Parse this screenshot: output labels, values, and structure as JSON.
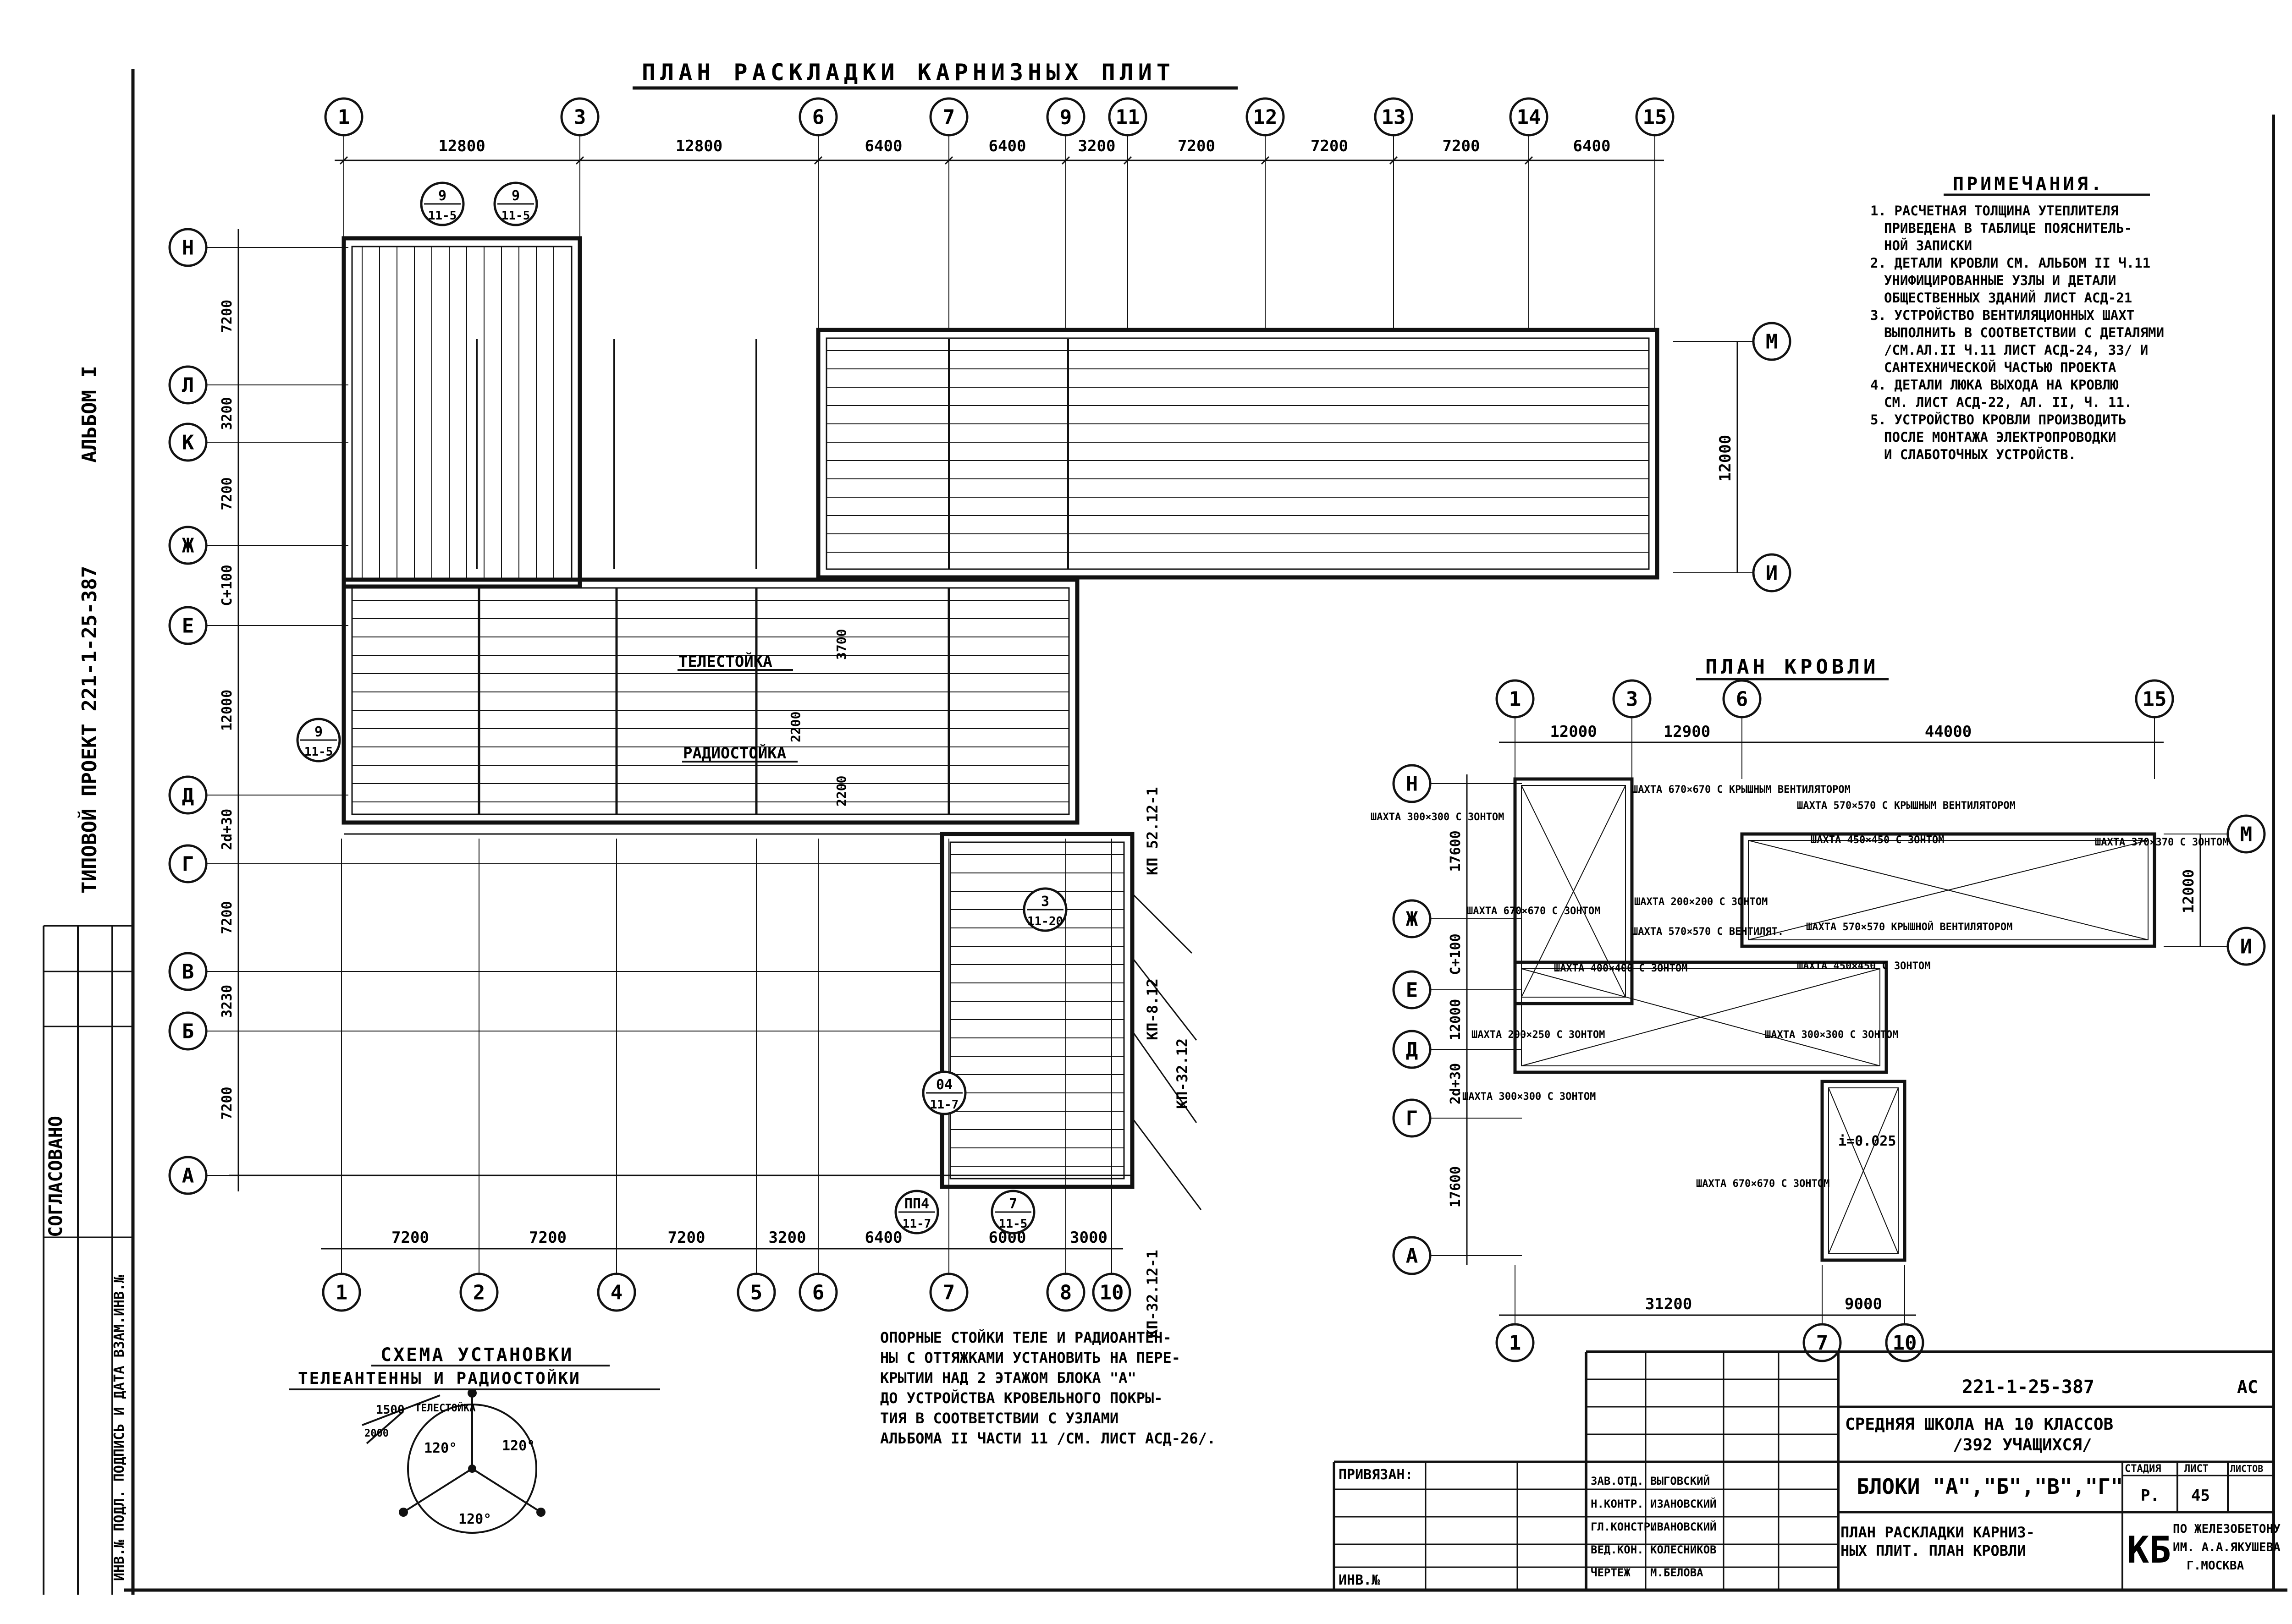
{
  "sheet": {
    "main_title": "ПЛАН РАСКЛАДКИ КАРНИЗНЫХ ПЛИТ",
    "roof_title": "ПЛАН КРОВЛИ",
    "schema_title_1": "СХЕМА УСТАНОВКИ",
    "schema_title_2": "ТЕЛЕАНТЕННЫ И РАДИОСТОЙКИ",
    "album": "АЛЬБОМ I",
    "project_vertical": "ТИПОВОЙ ПРОЕКТ 221-1-25-387",
    "approved_vertical": "СОГЛАСОВАНО",
    "inv_vertical": "ИНВ.№ ПОДЛ. ПОДПИСЬ И ДАТА ВЗАМ.ИНВ.№"
  },
  "notes": {
    "title": "ПРИМЕЧАНИЯ.",
    "lines": [
      "1. РАСЧЕТНАЯ ТОЛЩИНА УТЕПЛИТЕЛЯ",
      "ПРИВЕДЕНА В ТАБЛИЦЕ ПОЯСНИТЕЛЬ-",
      "НОЙ ЗАПИСКИ",
      "2. ДЕТАЛИ КРОВЛИ СМ. АЛЬБОМ II Ч.11",
      "УНИФИЦИРОВАННЫЕ УЗЛЫ И ДЕТАЛИ",
      "ОБЩЕСТВЕННЫХ ЗДАНИЙ ЛИСТ АСД-21",
      "3. УСТРОЙСТВО ВЕНТИЛЯЦИОННЫХ ШАХТ",
      "ВЫПОЛНИТЬ В СООТВЕТСТВИИ С ДЕТАЛЯМИ",
      "/СМ.АЛ.II Ч.11 ЛИСТ АСД-24, 33/ И",
      "САНТЕХНИЧЕСКОЙ ЧАСТЬЮ ПРОЕКТА",
      "4. ДЕТАЛИ ЛЮКА ВЫХОДА НА КРОВЛЮ",
      "СМ. ЛИСТ АСД-22, АЛ. II, Ч. 11.",
      "5. УСТРОЙСТВО КРОВЛИ ПРОИЗВОДИТЬ",
      "ПОСЛЕ МОНТАЖА ЭЛЕКТРОПРОВОДКИ",
      "И СЛАБОТОЧНЫХ УСТРОЙСТВ."
    ]
  },
  "plan": {
    "top_axes": [
      "1",
      "3",
      "6",
      "7",
      "9",
      "11",
      "12",
      "13",
      "14",
      "15"
    ],
    "top_dims": [
      "12800",
      "12800",
      "6400",
      "6400",
      "3200",
      "7200",
      "7200",
      "7200",
      "6400"
    ],
    "bottom_axes": [
      "1",
      "2",
      "4",
      "5",
      "6",
      "7",
      "8",
      "10"
    ],
    "bottom_dims": [
      "7200",
      "7200",
      "7200",
      "3200",
      "6400",
      "6000",
      "3000"
    ],
    "left_axes": [
      "Н",
      "Л",
      "К",
      "Ж",
      "Е",
      "Д",
      "Г",
      "В",
      "Б",
      "А"
    ],
    "left_dims": [
      "7200",
      "3200",
      "7200",
      "С+100",
      "12000",
      "2d+30",
      "7200",
      "3230",
      "7200"
    ],
    "right_axes": [
      "М",
      "И"
    ],
    "right_dim": "12000",
    "callouts": [
      {
        "t": "9",
        "b": "11-5"
      },
      {
        "t": "9",
        "b": "11-5"
      },
      {
        "t": "9",
        "b": "11-5"
      },
      {
        "t": "3",
        "b": "11-20"
      },
      {
        "t": "04",
        "b": "11-7"
      },
      {
        "t": "ПП4",
        "b": "11-7"
      },
      {
        "t": "7",
        "b": "11-5"
      }
    ],
    "tv_label": "ТЕЛЕСТОЙКА",
    "radio_label": "РАДИОСТОЙКА",
    "panel_marks": [
      "КП 52.12-1",
      "КП-8.12",
      "КП-32.12",
      "КП-32.12-1"
    ],
    "small_dims": [
      "3700",
      "2200",
      "2200"
    ]
  },
  "installation_note": [
    "ОПОРНЫЕ СТОЙКИ ТЕЛЕ И РАДИОАНТЕН-",
    "НЫ С ОТТЯЖКАМИ УСТАНОВИТЬ НА ПЕРЕ-",
    "КРЫТИИ НАД 2 ЭТАЖОМ БЛОКА \"А\"",
    "ДО УСТРОЙСТВА КРОВЕЛЬНОГО ПОКРЫ-",
    "ТИЯ В СООТВЕТСТВИИ С УЗЛАМИ",
    "АЛЬБОМА II ЧАСТИ 11 /СМ. ЛИСТ АСД-26/."
  ],
  "schema": {
    "angle1": "120°",
    "angle2": "120°",
    "angle3": "120°",
    "dim1": "1500",
    "dim2": "2000",
    "label": "ТЕЛЕСТОЙКА"
  },
  "roof": {
    "top_axes": [
      "1",
      "3",
      "6",
      "15"
    ],
    "top_dims": [
      "12000",
      "12900",
      "44000"
    ],
    "bottom_axes": [
      "1",
      "7",
      "10"
    ],
    "bottom_dims": [
      "31200",
      "9000"
    ],
    "left_axes": [
      "Н",
      "Ж",
      "Е",
      "Д",
      "Г",
      "А"
    ],
    "left_dims": [
      "17600",
      "С+100",
      "12000",
      "2d+30",
      "17600"
    ],
    "right_axes": [
      "М",
      "И"
    ],
    "right_dim": "12000",
    "labels": [
      "ШАХТА 300×300 С ЗОНТОМ",
      "ШАХТА 670×670 С КРЫШНЫМ ВЕНТИЛЯТОРОМ",
      "ШАХТА 200×200 С ЗОНТОМ",
      "ШАХТА 670×670 С ЗОНТОМ",
      "ШАХТА 570×570 С ВЕНТИЛЯТ.",
      "ШАХТА 570×570 С КРЫШНЫМ ВЕНТИЛЯТОРОМ",
      "ШАХТА 450×450 С ЗОНТОМ",
      "ШАХТА 370×370 С ЗОНТОМ",
      "ШАХТА 570×570 КРЫШНОЙ ВЕНТИЛЯТОРОМ",
      "ШАХТА 400×400 С ЗОНТОМ",
      "ШАХТА 450×450 С ЗОНТОМ",
      "ШАХТА 300×300 С ЗОНТОМ",
      "ШАХТА 200×250 С ЗОНТОМ",
      "ШАХТА 300×300 С ЗОНТОМ",
      "ШАХТА 670×670 С ЗОНТОМ"
    ],
    "slope": "i=0.025"
  },
  "stamp": {
    "code": "221-1-25-387",
    "sheet_type": "АС",
    "school": "СРЕДНЯЯ ШКОЛА НА 10 КЛАССОВ",
    "students": "/392 УЧАЩИХСЯ/",
    "blocks": "БЛОКИ \"А\",\"Б\",\"В\",\"Г\"",
    "drawing_name_1": "ПЛАН РАСКЛАДКИ КАРНИЗ-",
    "drawing_name_2": "НЫХ ПЛИТ. ПЛАН КРОВЛИ",
    "stage_header": "СТАДИЯ",
    "sheet_header": "ЛИСТ",
    "sheets_header": "ЛИСТОВ",
    "stage": "Р.",
    "sheet_no": "45",
    "org_logo": "КБ",
    "org_1": "ПО ЖЕЛЕЗОБЕТОНУ",
    "org_2": "ИМ. А.А.ЯКУШЕВА",
    "org_3": "Г.МОСКВА",
    "roles": [
      "ЗАВ.ОТД.",
      "Н.КОНТР.",
      "ГЛ.КОНСТР.",
      "ВЕД.КОН.",
      "ЧЕРТЕЖ"
    ],
    "names": [
      "ВЫГОВСКИЙ",
      "ИЗАНОВСКИЙ",
      "ИВАНОВСКИЙ",
      "КОЛЕСНИКОВ",
      "М.БЕЛОВА"
    ],
    "binding": "ПРИВЯЗАН:",
    "inv": "ИНВ.№"
  }
}
